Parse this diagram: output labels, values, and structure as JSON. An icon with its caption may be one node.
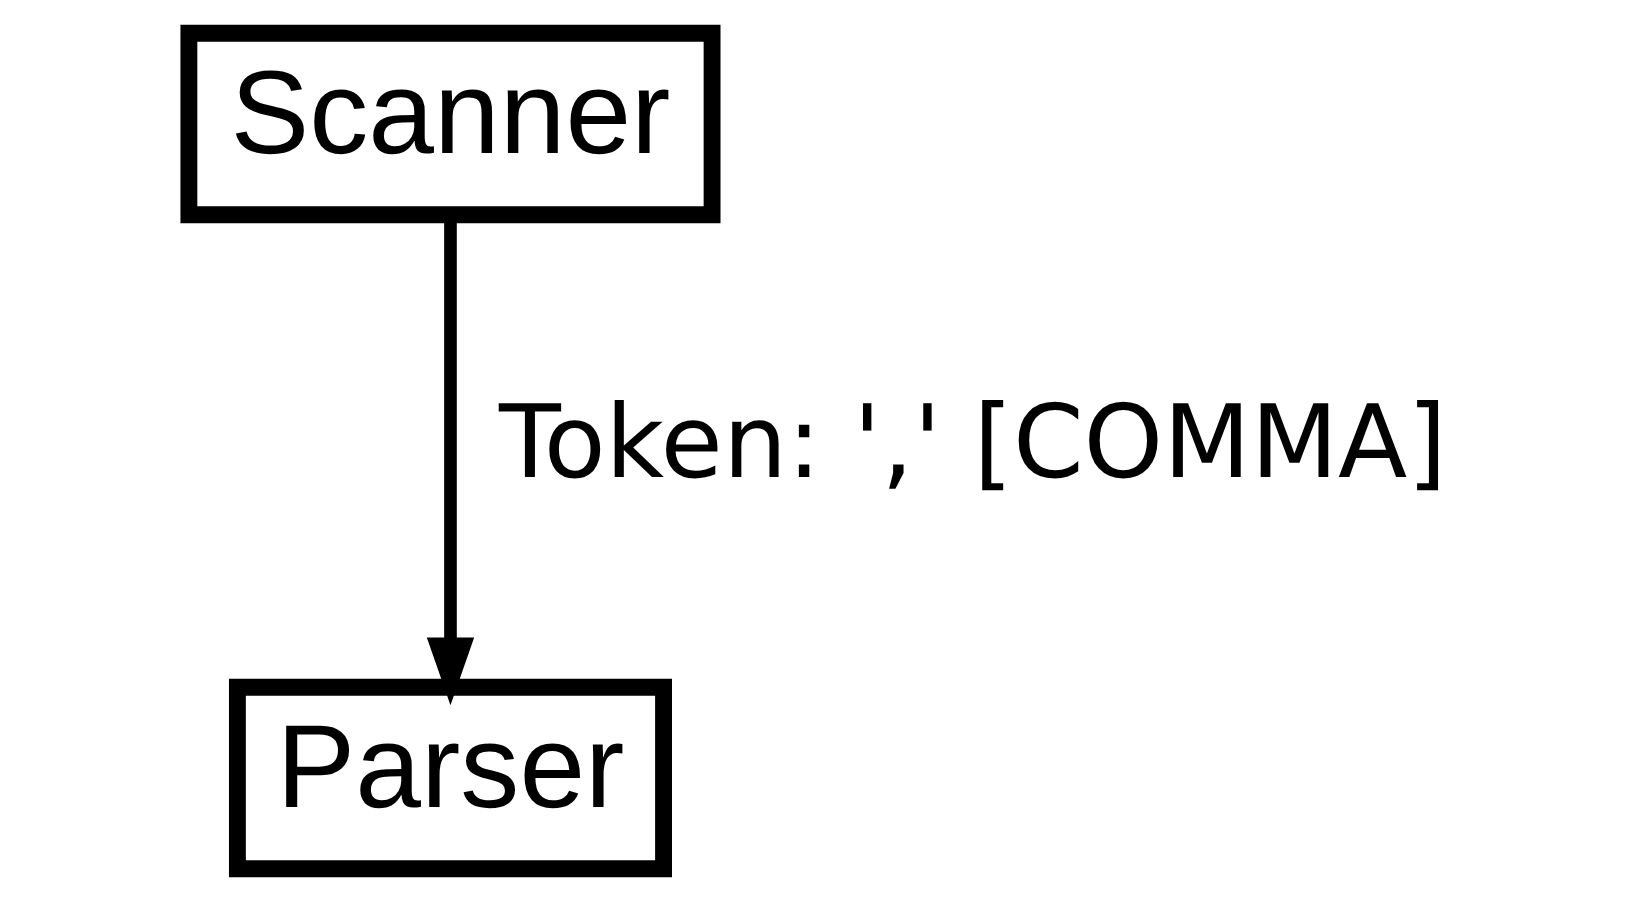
{
  "diagram": {
    "nodes": [
      {
        "text": [
          "Scanner"
        ]
      },
      {
        "text": [
          "Parser"
        ]
      }
    ],
    "edges": [
      {
        "from": 0,
        "to": 1,
        "arrow": "to",
        "label": "Token: ',' [COMMA]"
      }
    ]
  }
}
